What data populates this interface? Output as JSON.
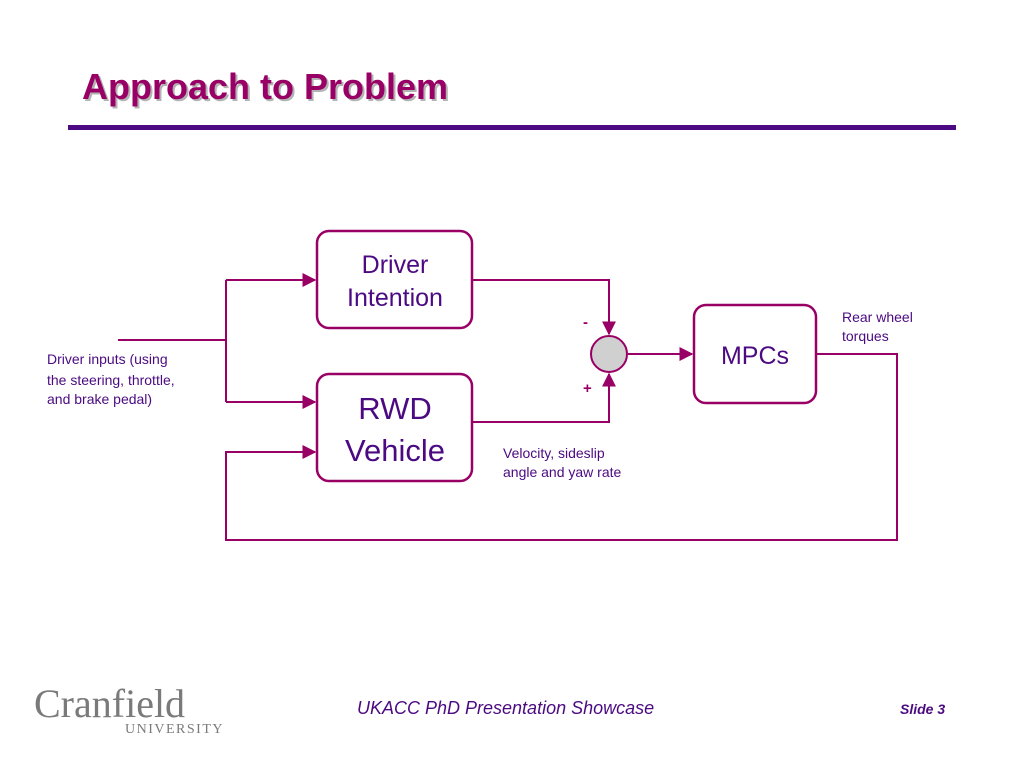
{
  "slide": {
    "title": "Approach to Problem",
    "footer_center": "UKACC PhD Presentation Showcase",
    "footer_slide": "Slide 3"
  },
  "logo": {
    "name": "Cranfield",
    "sub": "UNIVERSITY"
  },
  "colors": {
    "title": "#990066",
    "rule": "#4b0a82",
    "lines": "#990066",
    "text": "#4b0a82",
    "summing_junction_fill": "#d0d0d0"
  },
  "diagram": {
    "blocks": {
      "driver_intention": {
        "line1": "Driver",
        "line2": "Intention"
      },
      "rwd_vehicle": {
        "line1": "RWD",
        "line2": "Vehicle"
      },
      "mpcs": {
        "label": "MPCs"
      }
    },
    "annotations": {
      "driver_inputs": {
        "line1": "Driver inputs (using",
        "line2": "the steering, throttle,",
        "line3": "and brake pedal)"
      },
      "rear_wheel": {
        "line1": "Rear wheel",
        "line2": "torques"
      },
      "velocity": {
        "line1": "Velocity, sideslip",
        "line2": "angle and yaw rate"
      }
    },
    "signs": {
      "minus": "-",
      "plus": "+"
    }
  }
}
